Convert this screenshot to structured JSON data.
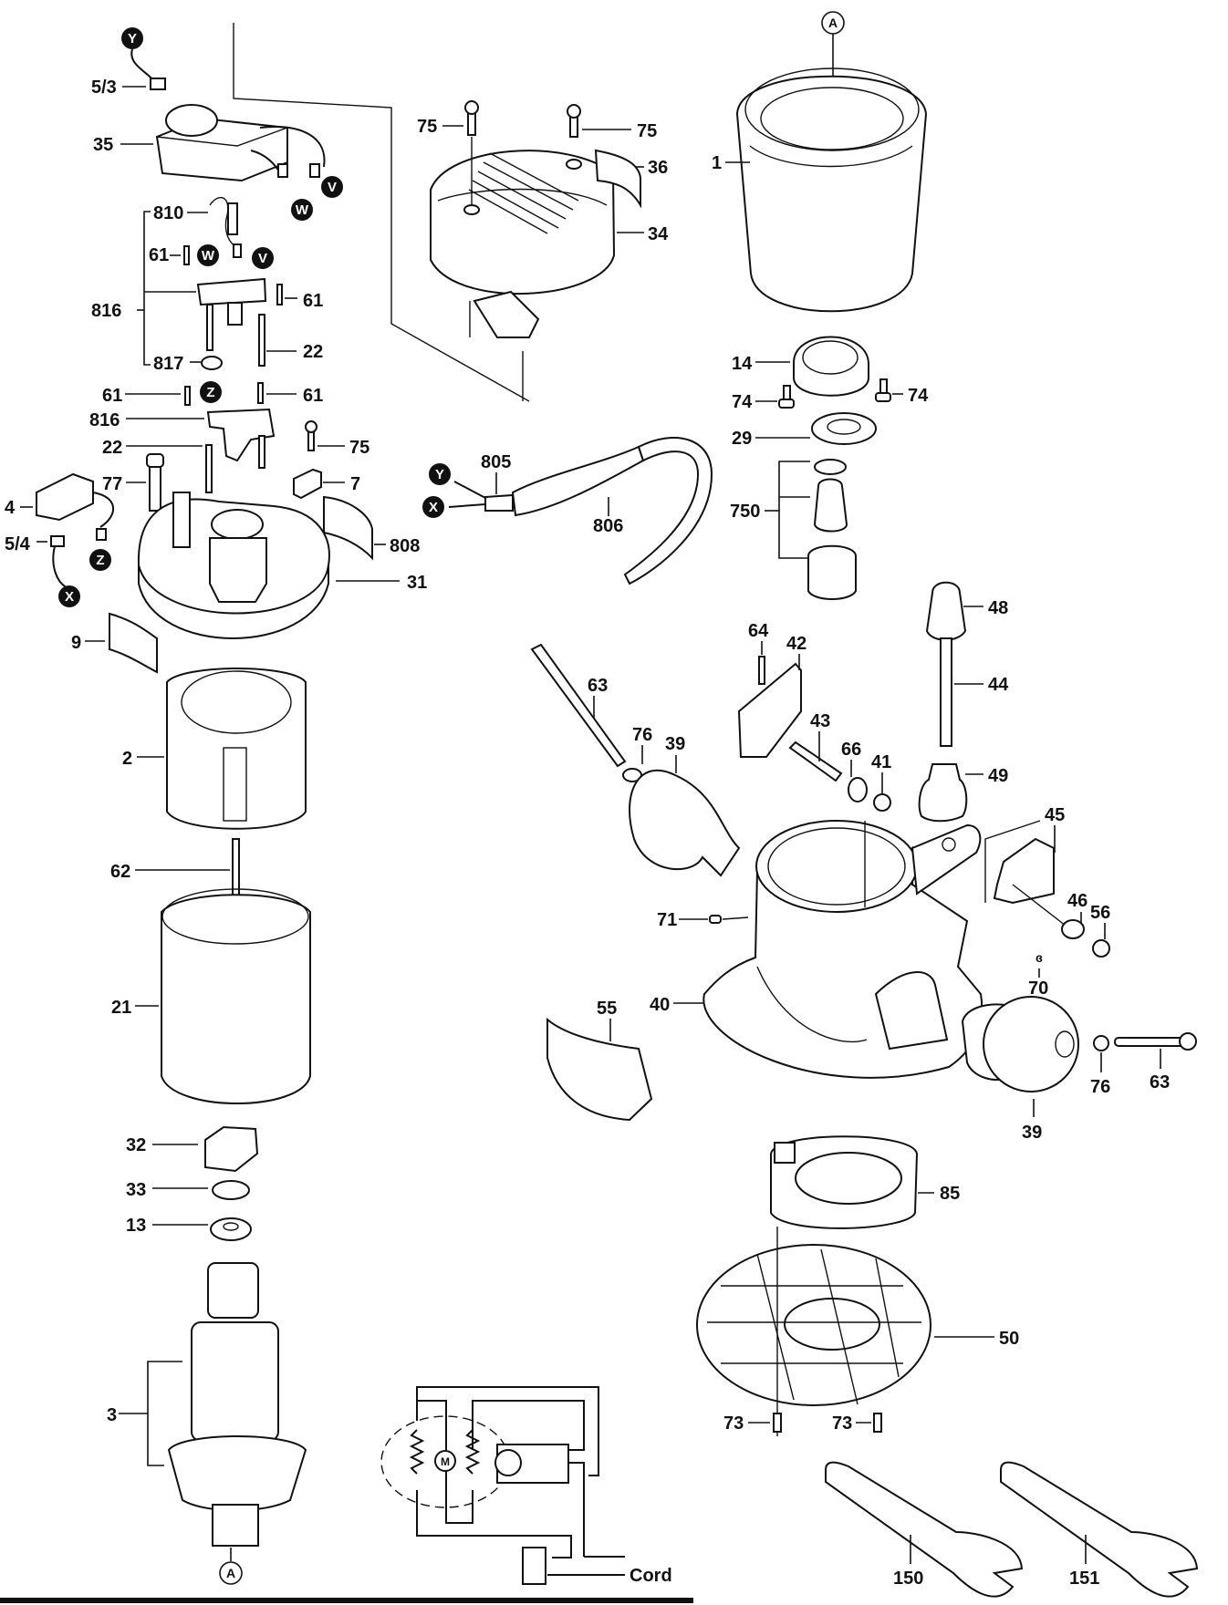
{
  "diagram": {
    "title": "Router exploded parts diagram",
    "colors": {
      "ink": "#111111",
      "paper": "#ffffff"
    },
    "connectors": {
      "Y": "Y",
      "V": "V",
      "W": "W",
      "Z": "Z",
      "X": "X",
      "A": "A"
    },
    "labels": {
      "p5_3": "5/3",
      "p35": "35",
      "p810": "810",
      "p61a": "61",
      "p61b": "61",
      "p816a": "816",
      "p817": "817",
      "p22a": "22",
      "p61c": "61",
      "p61d": "61",
      "p816b": "816",
      "p22b": "22",
      "p77": "77",
      "p75c": "75",
      "p7": "7",
      "p4": "4",
      "p5_4": "5/4",
      "p808": "808",
      "p31": "31",
      "p9": "9",
      "p2": "2",
      "p62": "62",
      "p21": "21",
      "p32": "32",
      "p33": "33",
      "p13": "13",
      "p3": "3",
      "p75a": "75",
      "p75b": "75",
      "p36": "36",
      "p34": "34",
      "p1": "1",
      "p14": "14",
      "p74a": "74",
      "p74b": "74",
      "p29": "29",
      "p750": "750",
      "p805": "805",
      "p806": "806",
      "p48": "48",
      "p44": "44",
      "p49": "49",
      "p64": "64",
      "p42": "42",
      "p63a": "63",
      "p76a": "76",
      "p39a": "39",
      "p43": "43",
      "p66": "66",
      "p41": "41",
      "p45": "45",
      "p46": "46",
      "p56": "56",
      "p70": "70",
      "p71": "71",
      "p40": "40",
      "p55": "55",
      "p76b": "76",
      "p63b": "63",
      "p39b": "39",
      "p85": "85",
      "p50": "50",
      "p73a": "73",
      "p73b": "73",
      "p150": "150",
      "p151": "151"
    },
    "schematic": {
      "motor": "M",
      "cord_label": "Cord"
    }
  }
}
